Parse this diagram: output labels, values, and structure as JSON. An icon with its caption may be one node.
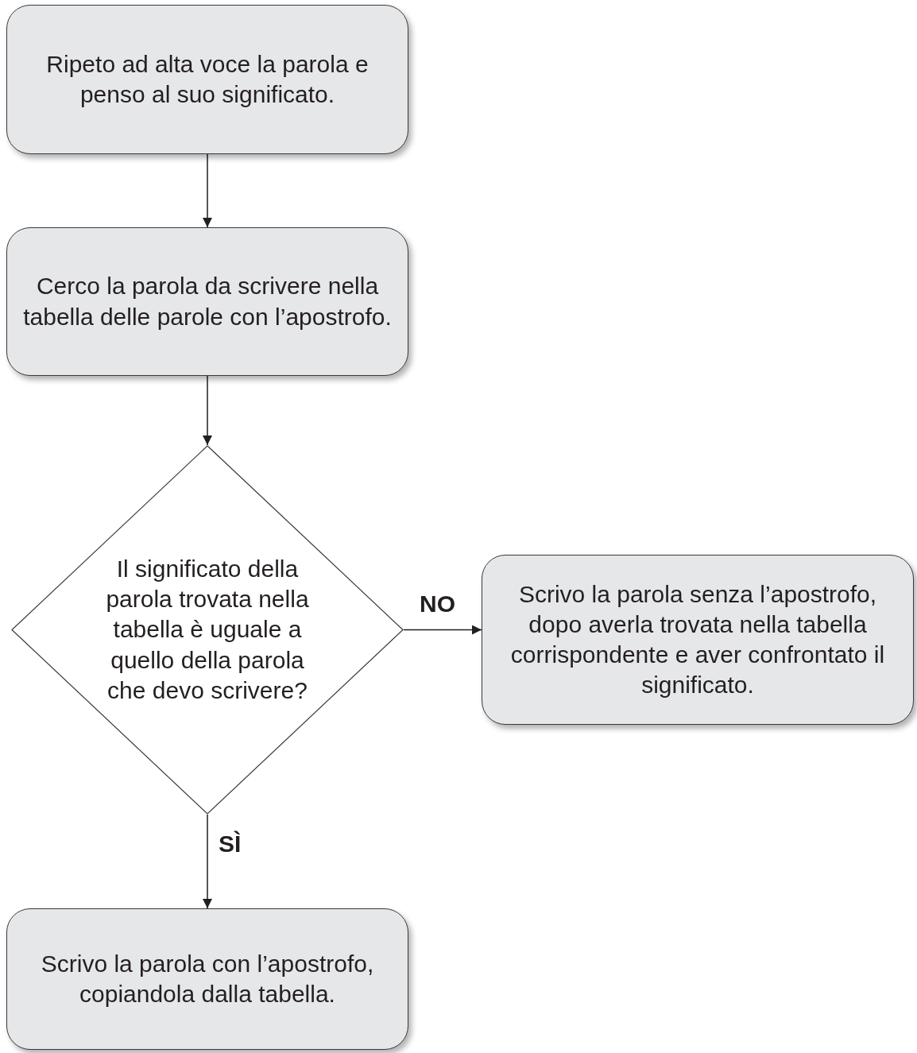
{
  "diagram": {
    "nodes": [
      {
        "text": [
          "Ripeto ad alta voce la parola e penso al suo significato."
        ]
      },
      {
        "text": [
          "Cerco la parola da scrivere nella tabella delle parole con l’apostrofo."
        ]
      },
      {
        "text": [
          "Il significato della parola trovata nella tabella è uguale a quello della parola che devo scrivere?"
        ]
      },
      {
        "text": [
          "Scrivo la parola senza l’apostrofo, dopo averla trovata nella tabella corrispondente e aver confrontato il significato."
        ]
      },
      {
        "text": [
          "Scrivo la parola con l’apostrofo, copiandola dalla tabella."
        ]
      }
    ],
    "edges": [
      {
        "from": 0,
        "to": 1,
        "arrow": "to"
      },
      {
        "from": 1,
        "to": 2,
        "arrow": "to"
      },
      {
        "from": 2,
        "to": 3,
        "arrow": "to",
        "label": "NO"
      },
      {
        "from": 2,
        "to": 4,
        "arrow": "to",
        "label": "SÌ"
      }
    ]
  }
}
